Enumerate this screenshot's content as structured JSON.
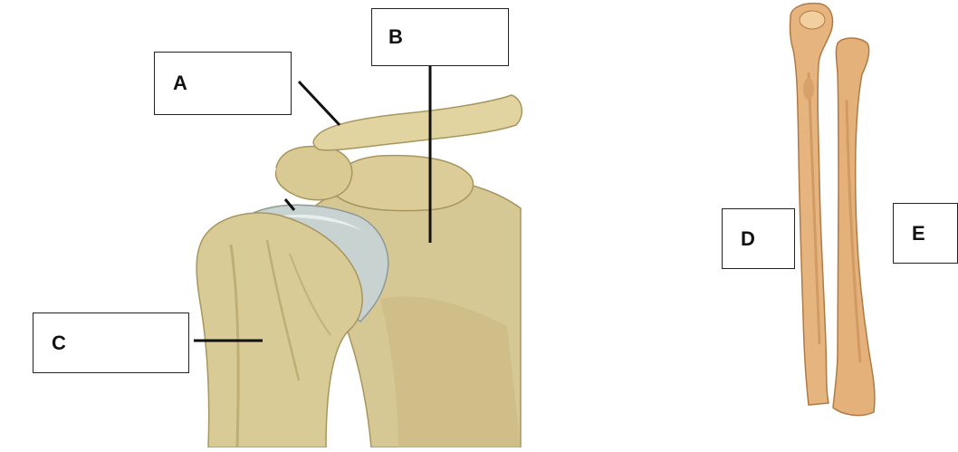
{
  "labels": {
    "a": "A",
    "b": "B",
    "c": "C",
    "d": "D",
    "e": "E"
  },
  "colors": {
    "shoulder_bone": "#d8cb95",
    "shoulder_bone_shadow": "#b9a66c",
    "cartilage": "#c9d3d2",
    "forearm_bone": "#e6b57f",
    "forearm_shadow": "#c48a55",
    "leader_line": "#111111"
  }
}
